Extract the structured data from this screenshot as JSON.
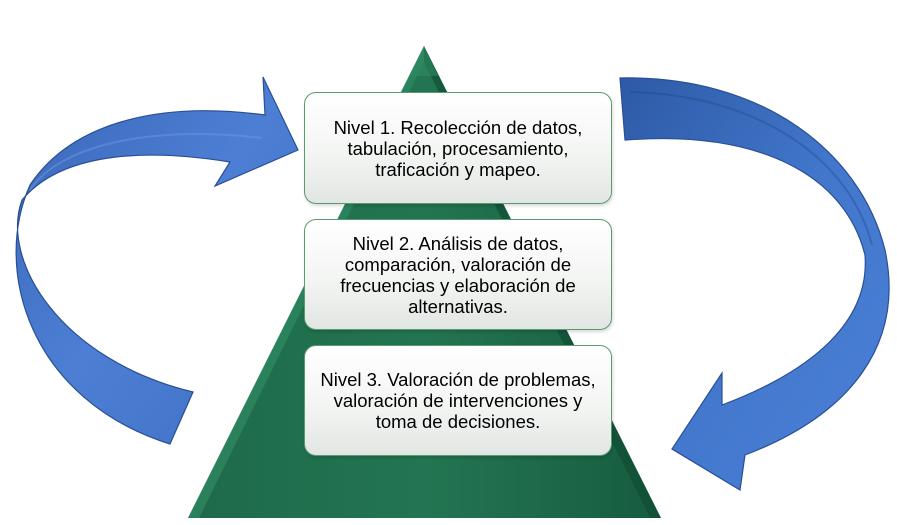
{
  "diagram": {
    "levels": [
      {
        "text": "Nivel 1. Recolección de datos, tabulación, procesamiento, traficación y mapeo."
      },
      {
        "text": "Nivel 2. Análisis de datos, comparación, valoración de frecuencias y elaboración de alternativas."
      },
      {
        "text": "Nivel 3. Valoración de problemas, valoración de intervenciones y toma de decisiones."
      }
    ],
    "colors": {
      "pyramid": "#1f6b4c",
      "pyramid_dark": "#145038",
      "arrow_light": "#4a7bd0",
      "arrow_dark": "#2c5aa8",
      "box_border": "#5b9a6e"
    },
    "arrows": [
      {
        "icon": "curved-arrow-left-icon",
        "direction": "clockwise-into-top"
      },
      {
        "icon": "curved-arrow-right-icon",
        "direction": "clockwise-into-bottom"
      }
    ]
  }
}
